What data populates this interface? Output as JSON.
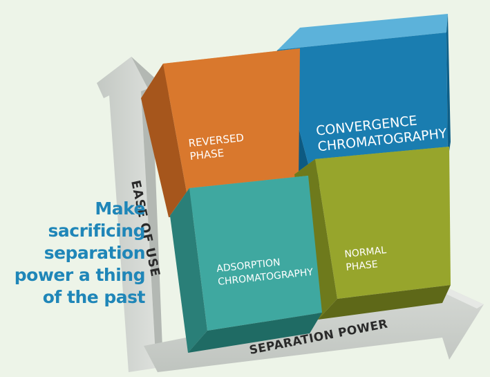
{
  "tagline": {
    "line1": "Make",
    "line2": "sacrificing",
    "line3": "separation",
    "line4": "power a thing",
    "line5": "of the past"
  },
  "axes": {
    "y_label": "EASE OF USE",
    "x_label": "SEPARATION POWER"
  },
  "cubes": {
    "reversed_phase": {
      "line1": "REVERSED",
      "line2": "PHASE"
    },
    "convergence": {
      "line1": "CONVERGENCE",
      "line2": "CHROMATOGRAPHY"
    },
    "adsorption": {
      "line1": "ADSORPTION",
      "line2": "CHROMATOGRAPHY"
    },
    "normal_phase": {
      "line1": "NORMAL",
      "line2": "PHASE"
    }
  },
  "colors": {
    "background": "#edf4e8",
    "tagline": "#1f86b8",
    "reversed_phase": "#d9782d",
    "convergence": "#1478a8",
    "adsorption": "#3fa8a0",
    "normal_phase": "#97a52c",
    "arrow": "#cdd1cd"
  }
}
